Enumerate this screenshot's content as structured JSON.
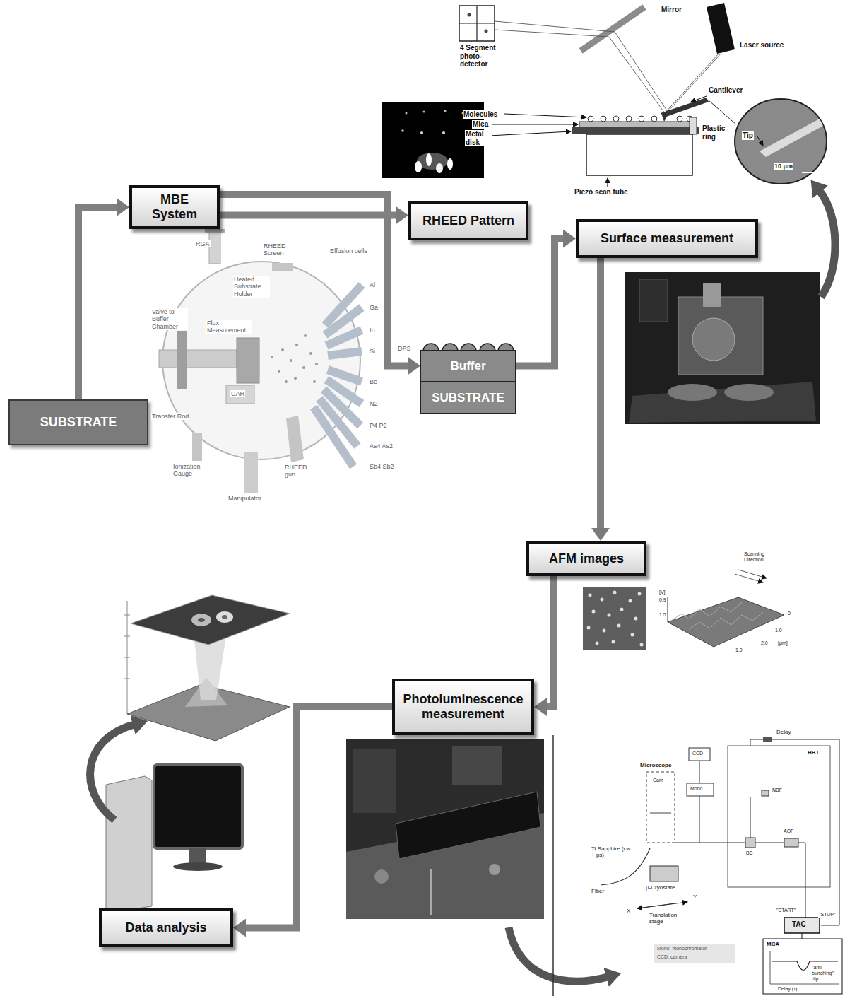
{
  "diagram": {
    "nodes": [
      {
        "text": [
          "MBE System"
        ]
      },
      {
        "text": [
          "RHEED Pattern"
        ]
      },
      {
        "text": [
          "Surface measurement"
        ]
      },
      {
        "text": [
          "SUBSTRATE"
        ]
      },
      {
        "text": [
          "Buffer"
        ]
      },
      {
        "text": [
          "SUBSTRATE"
        ]
      },
      {
        "text": [
          "AFM images"
        ]
      },
      {
        "text": [
          "Photoluminescence measurement"
        ]
      },
      {
        "text": [
          "Data analysis"
        ]
      }
    ],
    "edges": [
      {
        "from": 3,
        "to": 0,
        "arrow": "to"
      },
      {
        "from": 0,
        "to": 1,
        "arrow": "to"
      },
      {
        "from": 0,
        "to": 4,
        "arrow": "to"
      },
      {
        "from": 4,
        "to": 2,
        "arrow": "to"
      },
      {
        "from": 2,
        "to": 6,
        "arrow": "to"
      },
      {
        "from": 6,
        "to": 7,
        "arrow": "to"
      },
      {
        "from": 7,
        "to": 8,
        "arrow": "to"
      }
    ],
    "labels": [
      "Mirror",
      "Laser source",
      "4 Segment photo-detector",
      "Molecules",
      "Mica",
      "Metal disk",
      "Cantilever",
      "Plastic ring",
      "Piezo scan tube",
      "Tip",
      "10 μm",
      "RGA",
      "RHEED Screen",
      "Effusion cells",
      "Al",
      "Ga",
      "In",
      "Si",
      "DPS",
      "Be",
      "N2",
      "P4 P2",
      "As4 As2",
      "Sb4 Sb2",
      "Valve to Buffer Chamber",
      "Heated Substrate Holder",
      "Flux Measurement",
      "Transfer Rod",
      "CAR",
      "Ionization Gauge",
      "RHEED gun",
      "Manipulator",
      "Scanning Direction",
      "[V]",
      "0.9",
      "1.5",
      "0",
      "1.0",
      "1.0",
      "2.0",
      "[μm]",
      "Delay",
      "Microscope",
      "CCD",
      "Mono",
      "Cam",
      "HBT",
      "NBF",
      "AOF",
      "BS",
      "Ti:Sapphire (cw + ps)",
      "Fiber",
      "μ-Cryostate",
      "X",
      "Y",
      "Translation stage",
      "\"START\"",
      "TAC",
      "\"STOP\"",
      "MCA",
      "\"anti-bunching\" dip",
      "Delay (τ)",
      "Mono: monochromator",
      "CCD: camera"
    ]
  }
}
